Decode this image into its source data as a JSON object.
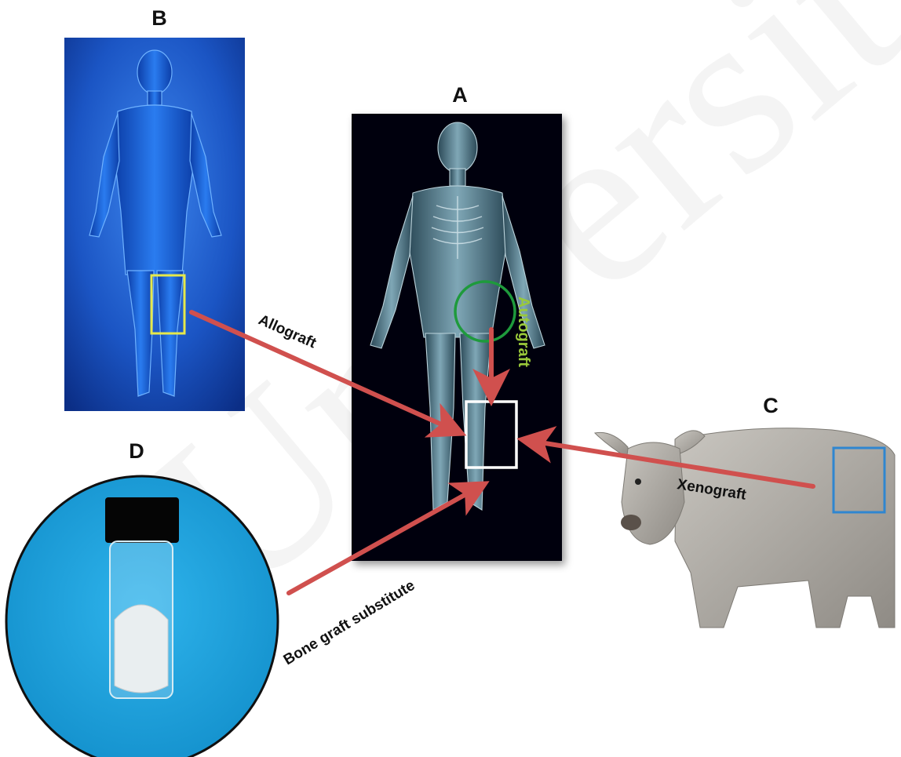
{
  "panels": {
    "a": {
      "letter": "A"
    },
    "b": {
      "letter": "B"
    },
    "c": {
      "letter": "C"
    },
    "d": {
      "letter": "D"
    }
  },
  "arrows": {
    "allograft": "Allograft",
    "autograft": "Autograft",
    "xenograft": "Xenograft",
    "substitute": "Bone graft substitute"
  },
  "watermark": "University of Malaya",
  "colors": {
    "arrow": "#d0504e",
    "allograft_box": "#e6e84a",
    "autograft_circle": "#1e9a3c",
    "autograft_text": "#9ac93a",
    "target_box": "#ffffff",
    "xenograft_box": "#2f86d0",
    "panel_b_bg": "#1b55c4",
    "panel_d_bg": "#1a9fdc"
  }
}
